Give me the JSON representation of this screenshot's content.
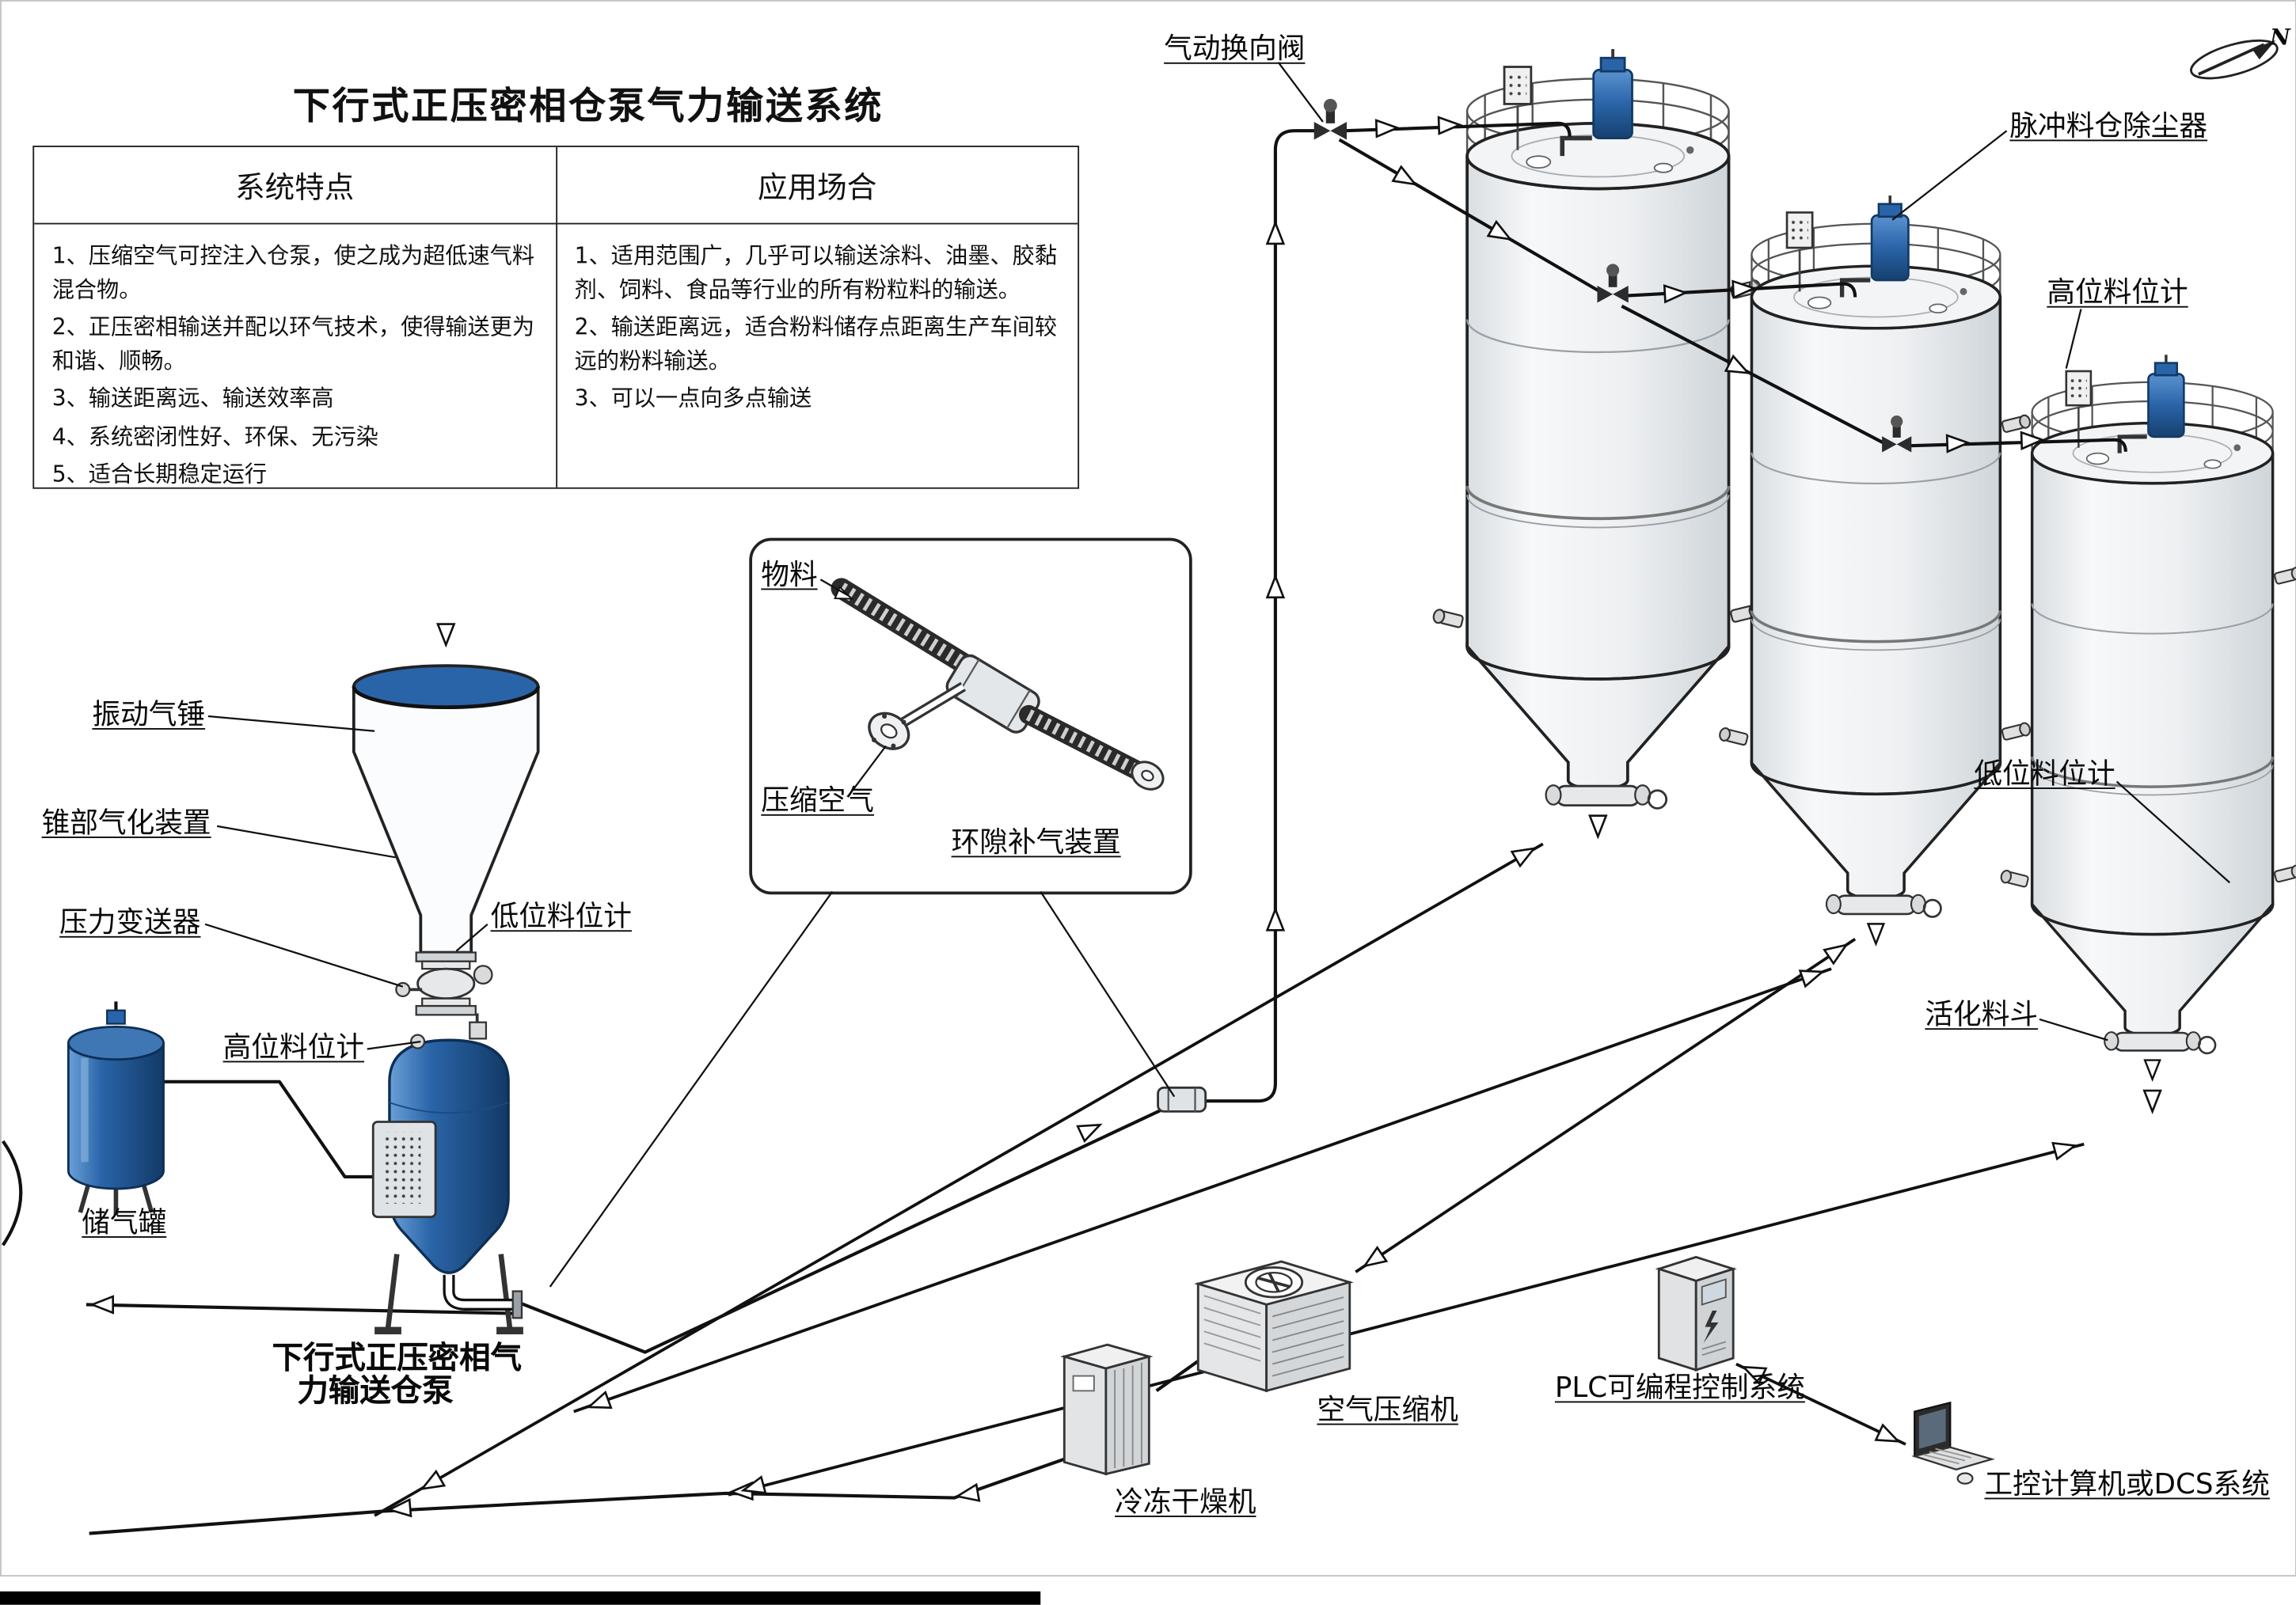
{
  "title": "下行式正压密相仓泵气力输送系统",
  "table": {
    "header_left": "系统特点",
    "header_right": "应用场合",
    "features": [
      "1、压缩空气可控注入仓泵，使之成为超低速气料混合物。",
      "2、正压密相输送并配以环气技术，使得输送更为和谐、顺畅。",
      "3、输送距离远、输送效率高",
      "4、系统密闭性好、环保、无污染",
      "5、适合长期稳定运行"
    ],
    "applications": [
      "1、适用范围广，几乎可以输送涂料、油墨、胶黏剂、饲料、食品等行业的所有粉粒料的输送。",
      "2、输送距离远，适合粉料储存点距离生产车间较远的粉料输送。",
      "3、可以一点向多点输送"
    ]
  },
  "labels": {
    "pneumatic_diverter_valve": "气动换向阀",
    "pulse_bin_dust_collector": "脉冲料仓除尘器",
    "high_level_indicator_right": "高位料位计",
    "low_level_indicator_right": "低位料位计",
    "activation_hopper": "活化料斗",
    "vibrating_air_hammer": "振动气锤",
    "cone_aeration_device": "锥部气化装置",
    "pressure_transmitter": "压力变送器",
    "high_level_indicator_left": "高位料位计",
    "low_level_indicator_left": "低位料位计",
    "air_receiver_tank": "储气罐",
    "material": "物料",
    "compressed_air": "压缩空气",
    "annular_gap_air_device": "环隙补气装置",
    "silo_pump_name_line1": "下行式正压密相气",
    "silo_pump_name_line2": "力输送仓泵",
    "air_compressor": "空气压缩机",
    "freeze_dryer": "冷冻干燥机",
    "plc_system": "PLC可编程控制系统",
    "industrial_computer": "工控计算机或DCS系统",
    "compass_north": "N"
  },
  "colors": {
    "accent_blue": "#2a64a8",
    "line": "#111111"
  }
}
